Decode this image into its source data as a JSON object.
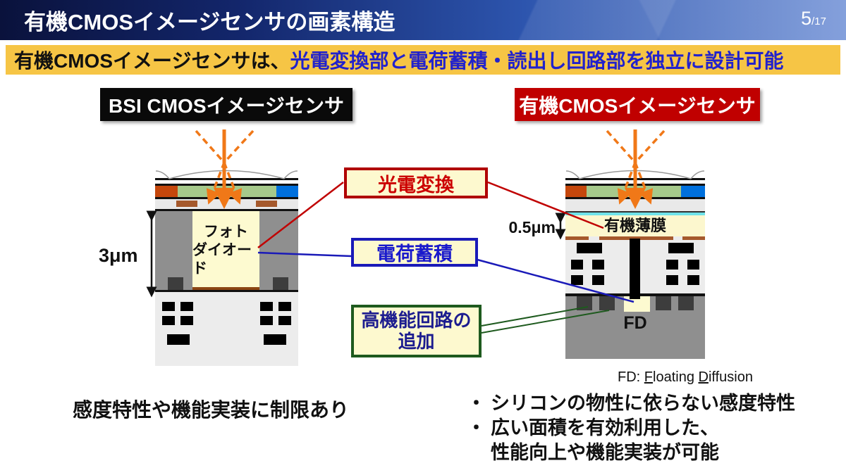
{
  "slide": {
    "title": "有機CMOSイメージセンサの画素構造",
    "page_number": "5",
    "page_total": "/17"
  },
  "banner": {
    "text_black": "有機CMOSイメージセンサは、",
    "text_blue": "光電変換部と電荷蓄積・読出し回路部を独立に設計可能"
  },
  "left_panel": {
    "heading": "BSI CMOSイメージセンサ",
    "thickness_label": "3μm",
    "photodiode_line1": "フォト",
    "photodiode_line2": "ダイオード",
    "caption": "感度特性や機能実装に制限あり"
  },
  "right_panel": {
    "heading": "有機CMOSイメージセンサ",
    "thickness_label": "0.5μm",
    "film_label": "有機薄膜",
    "fd_label": "FD",
    "fd_note": {
      "head": "FD: ",
      "f1": "F",
      "rest1": "loating ",
      "f2": "D",
      "rest2": "iffusion"
    }
  },
  "callouts": {
    "photoelectric": "光電変換",
    "charge": "電荷蓄積",
    "circuit_line1": "高機能回路の",
    "circuit_line2": "追加"
  },
  "bullets": {
    "marker": "・",
    "item1": "シリコンの物性に依らない感度特性",
    "item2": "広い面積を有効利用した、",
    "item2_cont": "性能向上や機能実装が可能"
  },
  "colors": {
    "title_bar_left": "#0A123C",
    "title_bar_right": "#7B99D9",
    "banner_bg": "#F6C545",
    "banner_highlight_text": "#2222CC",
    "bsi_label_bg": "#000000",
    "organic_label_bg": "#C00000",
    "callout_photoelectric": "#CC0000",
    "callout_charge": "#1A1ACC",
    "callout_circuit_border": "#1E5A1E",
    "callout_text_navy": "#1C1C8F",
    "callout_bg": "#FDF9CF",
    "light_arrow_orange": "#F07818",
    "filter_red": "#C5470C",
    "filter_green": "#A6C98B",
    "filter_blue": "#0070DD",
    "photodiode_fill": "#FDFAD0",
    "silicon_gray": "#8F8F8F",
    "organic_film_fill": "#FCF7CE",
    "transparent_electrode_cyan": "#6FE3EA"
  }
}
